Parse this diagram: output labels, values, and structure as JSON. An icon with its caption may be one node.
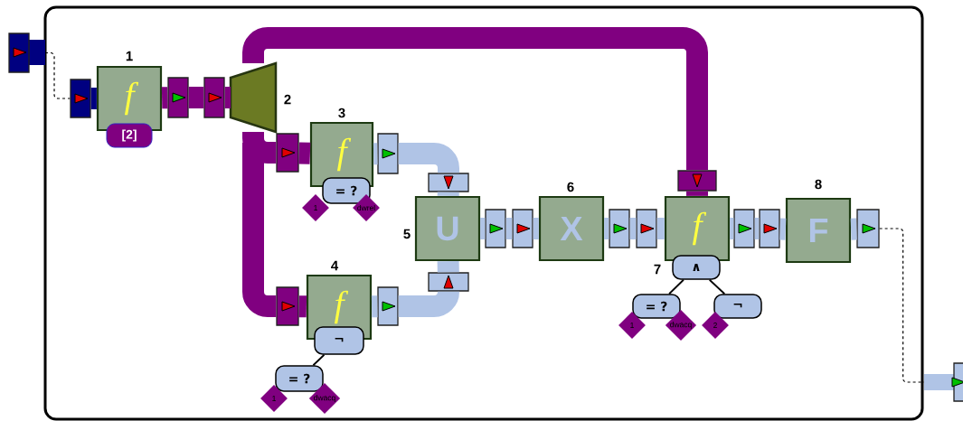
{
  "diagram": {
    "nodes": [
      {
        "text": [],
        "shape": "box"
      },
      {
        "text": [],
        "shape": "box"
      },
      {
        "text": [],
        "shape": "box",
        "in": 0
      },
      {
        "text": [
          "f"
        ],
        "beside": [
          "1"
        ],
        "in": 0
      },
      {
        "text": [
          "[2]"
        ],
        "in": 0
      },
      {
        "text": [],
        "shape": "box",
        "in": 0
      },
      {
        "text": [],
        "shape": "box",
        "in": 0
      },
      {
        "text": [],
        "shape": "trapezoid",
        "beside": [
          "2"
        ],
        "in": 0
      },
      {
        "text": [],
        "shape": "box",
        "in": 0
      },
      {
        "text": [],
        "shape": "box",
        "in": 0
      },
      {
        "text": [
          "f"
        ],
        "beside": [
          "3"
        ],
        "in": 0
      },
      {
        "text": [
          "= ?"
        ],
        "in": 0
      },
      {
        "text": [
          "1"
        ],
        "in": 0
      },
      {
        "text": [
          "dwrel"
        ],
        "in": 0
      },
      {
        "text": [],
        "shape": "box",
        "in": 0
      },
      {
        "text": [],
        "shape": "box",
        "in": 0
      },
      {
        "text": [
          "U"
        ],
        "beside": [
          "5"
        ],
        "in": 0
      },
      {
        "text": [],
        "shape": "box",
        "in": 0
      },
      {
        "text": [],
        "shape": "box",
        "in": 0
      },
      {
        "text": [
          "f"
        ],
        "beside": [
          "4"
        ],
        "in": 0
      },
      {
        "text": [
          "¬"
        ],
        "in": 0
      },
      {
        "text": [
          "= ?"
        ],
        "in": 0
      },
      {
        "text": [
          "1"
        ],
        "in": 0
      },
      {
        "text": [
          "dwacq"
        ],
        "in": 0
      },
      {
        "text": [],
        "shape": "box",
        "in": 0
      },
      {
        "text": [],
        "shape": "box",
        "in": 0
      },
      {
        "text": [],
        "shape": "box",
        "in": 0
      },
      {
        "text": [
          "X"
        ],
        "beside": [
          "6"
        ],
        "in": 0
      },
      {
        "text": [],
        "shape": "box",
        "in": 0
      },
      {
        "text": [],
        "shape": "box",
        "in": 0
      },
      {
        "text": [
          "f"
        ],
        "beside": [
          "7"
        ],
        "in": 0
      },
      {
        "text": [
          "∧"
        ],
        "in": 0
      },
      {
        "text": [
          "= ?"
        ],
        "in": 0
      },
      {
        "text": [
          "1"
        ],
        "in": 0
      },
      {
        "text": [
          "dwacq"
        ],
        "in": 0
      },
      {
        "text": [
          "¬"
        ],
        "in": 0
      },
      {
        "text": [
          "2"
        ],
        "in": 0
      },
      {
        "text": [],
        "shape": "box",
        "in": 0
      },
      {
        "text": [],
        "shape": "box",
        "in": 0
      },
      {
        "text": [
          "F"
        ],
        "beside": [
          "8"
        ],
        "in": 0
      },
      {
        "text": [],
        "shape": "box",
        "in": 0
      },
      {
        "text": [],
        "shape": "box"
      }
    ],
    "edges": [
      {
        "from": 1,
        "to": 2,
        "arrow": "none",
        "style": "dashed",
        "color": "#000000"
      },
      {
        "from": 2,
        "to": 3,
        "arrow": "none",
        "color": "#000080"
      },
      {
        "from": 3,
        "to": 5,
        "arrow": "none",
        "color": "#800080"
      },
      {
        "from": 5,
        "to": 6,
        "arrow": "none",
        "color": "#800080"
      },
      {
        "from": 6,
        "to": 7,
        "arrow": "none",
        "color": "#800080"
      },
      {
        "from": 7,
        "to": 8,
        "arrow": "none",
        "color": "#800080"
      },
      {
        "from": 7,
        "to": 9,
        "arrow": "none",
        "color": "#800080"
      },
      {
        "from": 7,
        "to": 18,
        "arrow": "none",
        "color": "#800080"
      },
      {
        "from": 9,
        "to": 10,
        "arrow": "none",
        "color": "#800080"
      },
      {
        "from": 10,
        "to": 14,
        "arrow": "none"
      },
      {
        "from": 14,
        "to": 15,
        "arrow": "none"
      },
      {
        "from": 15,
        "to": 16,
        "arrow": "none"
      },
      {
        "from": 18,
        "to": 19,
        "arrow": "none",
        "color": "#800080"
      },
      {
        "from": 19,
        "to": 24,
        "arrow": "none"
      },
      {
        "from": 24,
        "to": 17,
        "arrow": "none"
      },
      {
        "from": 17,
        "to": 16,
        "arrow": "none"
      },
      {
        "from": 16,
        "to": 25,
        "arrow": "none"
      },
      {
        "from": 25,
        "to": 26,
        "arrow": "none"
      },
      {
        "from": 26,
        "to": 27,
        "arrow": "none"
      },
      {
        "from": 27,
        "to": 28,
        "arrow": "none"
      },
      {
        "from": 28,
        "to": 29,
        "arrow": "none"
      },
      {
        "from": 29,
        "to": 30,
        "arrow": "none"
      },
      {
        "from": 8,
        "to": 30,
        "arrow": "none",
        "color": "#800080"
      },
      {
        "from": 30,
        "to": 37,
        "arrow": "none"
      },
      {
        "from": 37,
        "to": 38,
        "arrow": "none"
      },
      {
        "from": 38,
        "to": 39,
        "arrow": "none"
      },
      {
        "from": 39,
        "to": 40,
        "arrow": "none"
      },
      {
        "from": 40,
        "to": 41,
        "arrow": "none",
        "style": "dashed",
        "color": "#000000"
      },
      {
        "from": 20,
        "to": 21,
        "arrow": "none",
        "color": "#000000"
      },
      {
        "from": 31,
        "to": 32,
        "arrow": "none",
        "color": "#000000"
      },
      {
        "from": 31,
        "to": 35,
        "arrow": "none",
        "color": "#000000"
      }
    ]
  }
}
